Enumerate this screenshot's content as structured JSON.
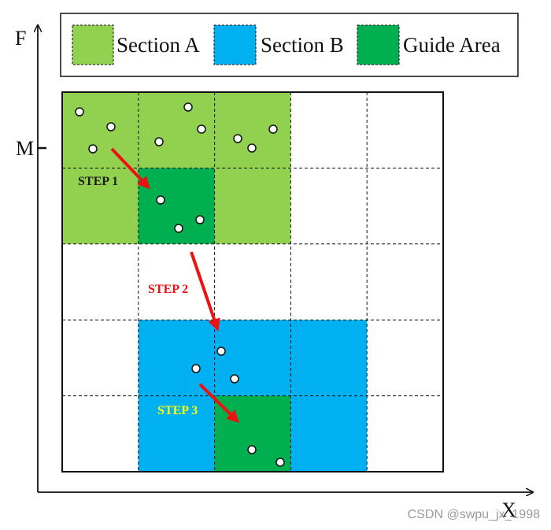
{
  "colors": {
    "section_a": "#92d050",
    "section_b": "#00b0f0",
    "guide_area": "#00b050",
    "arrow": "#ee1111",
    "step1_text": "#1a1a1a",
    "step2_text": "#ee1111",
    "step3_text": "#ffff00"
  },
  "legend": {
    "items": [
      {
        "label": "Section A",
        "color": "section_a"
      },
      {
        "label": "Section B",
        "color": "section_b"
      },
      {
        "label": "Guide Area",
        "color": "guide_area"
      }
    ]
  },
  "axes": {
    "y_label": "F",
    "y_tick_label": "M",
    "x_label": "X"
  },
  "grid": {
    "rows": 5,
    "cols": 5,
    "cells": [
      [
        "section_a",
        "section_a",
        "section_a",
        "empty",
        "empty"
      ],
      [
        "section_a",
        "guide_area",
        "section_a",
        "empty",
        "empty"
      ],
      [
        "empty",
        "empty",
        "empty",
        "empty",
        "empty"
      ],
      [
        "empty",
        "section_b",
        "section_b",
        "section_b",
        "empty"
      ],
      [
        "empty",
        "section_b",
        "guide_area",
        "section_b",
        "empty"
      ]
    ]
  },
  "steps": [
    {
      "label": "STEP 1",
      "color": "step1_text"
    },
    {
      "label": "STEP 2",
      "color": "step2_text"
    },
    {
      "label": "STEP 3",
      "color": "step3_text"
    }
  ],
  "watermark": "CSDN @swpu_jx_1998"
}
